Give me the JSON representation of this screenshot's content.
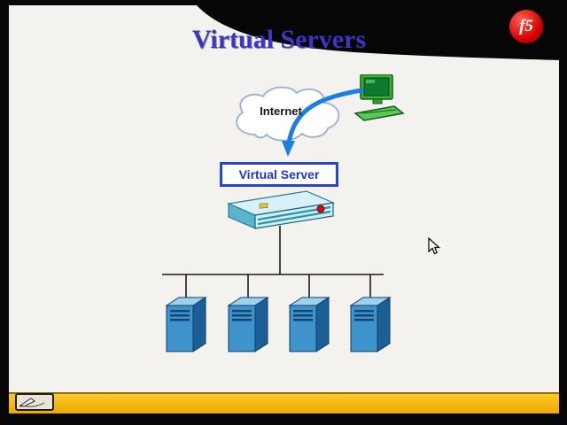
{
  "presentation": {
    "title": "Virtual Servers",
    "brand_logo": "f5"
  },
  "diagram": {
    "internet_label": "Internet",
    "virtual_server_label": "Virtual Server",
    "server_count": 4,
    "elements": [
      "internet-cloud",
      "client-computer",
      "traffic-arrow",
      "virtual-server-box",
      "bigip-appliance",
      "server-pool"
    ]
  },
  "colors": {
    "title_blue": "#3b36c4",
    "accent_yellow": "#f5b700",
    "box_border_blue": "#2b45c8",
    "arrow_blue": "#1e7de0",
    "server_blue": "#3f93cc",
    "brand_red": "#cc0000",
    "computer_green": "#3cae3c"
  }
}
